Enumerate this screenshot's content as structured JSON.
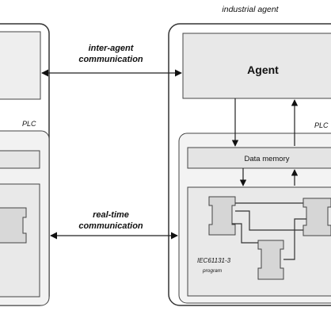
{
  "labels": {
    "industrial_agent": "industrial agent",
    "inter_agent_line1": "inter-agent",
    "inter_agent_line2": "communication",
    "agent": "Agent",
    "plc_left": "PLC",
    "plc_right": "PLC",
    "data_memory": "Data memory",
    "realtime_line1": "real-time",
    "realtime_line2": "communication",
    "iec_line1": "IEC61131-3",
    "iec_line2": "program"
  }
}
